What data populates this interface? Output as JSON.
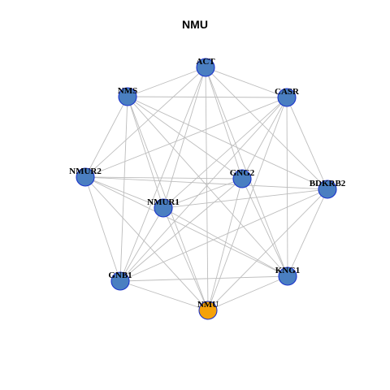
{
  "title": "NMU",
  "colors": {
    "default_node": "#4a7fc1",
    "highlight_node": "#f5a20a",
    "node_border": "#1a33cc",
    "edge": "#bdbdbd"
  },
  "highlighted": "NMU",
  "nodes": [
    "ACT",
    "CASR",
    "BDKRB2",
    "KNG1",
    "NMU",
    "GNB1",
    "NMUR2",
    "NMS",
    "GNG2",
    "NMUR1"
  ],
  "edges": [
    [
      "ACT",
      "NMS"
    ],
    [
      "ACT",
      "CASR"
    ],
    [
      "ACT",
      "NMUR2"
    ],
    [
      "ACT",
      "GNG2"
    ],
    [
      "ACT",
      "NMUR1"
    ],
    [
      "ACT",
      "GNB1"
    ],
    [
      "ACT",
      "NMU"
    ],
    [
      "ACT",
      "KNG1"
    ],
    [
      "ACT",
      "BDKRB2"
    ],
    [
      "CASR",
      "NMS"
    ],
    [
      "CASR",
      "NMUR2"
    ],
    [
      "CASR",
      "GNG2"
    ],
    [
      "CASR",
      "NMUR1"
    ],
    [
      "CASR",
      "GNB1"
    ],
    [
      "CASR",
      "NMU"
    ],
    [
      "CASR",
      "KNG1"
    ],
    [
      "CASR",
      "BDKRB2"
    ],
    [
      "NMS",
      "NMUR2"
    ],
    [
      "NMS",
      "GNG2"
    ],
    [
      "NMS",
      "NMUR1"
    ],
    [
      "NMS",
      "GNB1"
    ],
    [
      "NMS",
      "NMU"
    ],
    [
      "NMS",
      "KNG1"
    ],
    [
      "NMS",
      "BDKRB2"
    ],
    [
      "NMUR2",
      "GNG2"
    ],
    [
      "NMUR2",
      "NMUR1"
    ],
    [
      "NMUR2",
      "GNB1"
    ],
    [
      "NMUR2",
      "NMU"
    ],
    [
      "NMUR2",
      "KNG1"
    ],
    [
      "NMUR2",
      "BDKRB2"
    ],
    [
      "GNG2",
      "NMUR1"
    ],
    [
      "GNG2",
      "GNB1"
    ],
    [
      "GNG2",
      "NMU"
    ],
    [
      "GNG2",
      "KNG1"
    ],
    [
      "NMUR1",
      "GNB1"
    ],
    [
      "NMUR1",
      "NMU"
    ],
    [
      "NMUR1",
      "KNG1"
    ],
    [
      "NMUR1",
      "BDKRB2"
    ],
    [
      "BDKRB2",
      "GNB1"
    ],
    [
      "BDKRB2",
      "NMU"
    ],
    [
      "BDKRB2",
      "KNG1"
    ],
    [
      "KNG1",
      "GNB1"
    ],
    [
      "KNG1",
      "NMU"
    ],
    [
      "GNB1",
      "NMU"
    ]
  ]
}
